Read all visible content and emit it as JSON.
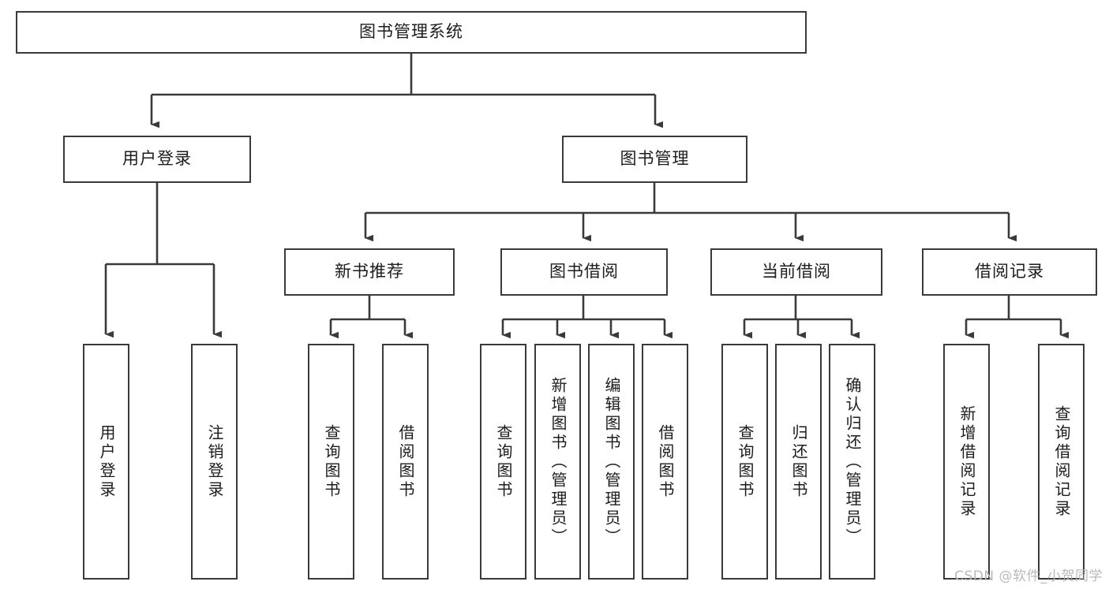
{
  "diagram": {
    "type": "tree-hierarchy-functional-decomposition",
    "root": {
      "id": "root",
      "label": "图书管理系统"
    },
    "level1": [
      {
        "id": "user-login",
        "label": "用户登录"
      },
      {
        "id": "book-management",
        "label": "图书管理"
      }
    ],
    "level2": [
      {
        "id": "new-book-recommend",
        "label": "新书推荐",
        "parent": "book-management"
      },
      {
        "id": "book-borrow",
        "label": "图书借阅",
        "parent": "book-management"
      },
      {
        "id": "current-borrow",
        "label": "当前借阅",
        "parent": "book-management"
      },
      {
        "id": "borrow-record",
        "label": "借阅记录",
        "parent": "book-management"
      }
    ],
    "leaves": {
      "user-login": [
        {
          "id": "leaf-user-login",
          "label": "用户登录"
        },
        {
          "id": "leaf-user-logout",
          "label": "注销登录"
        }
      ],
      "new-book-recommend": [
        {
          "id": "leaf-query-book-1",
          "label": "查询图书"
        },
        {
          "id": "leaf-borrow-book-1",
          "label": "借阅图书"
        }
      ],
      "book-borrow": [
        {
          "id": "leaf-query-book-2",
          "label": "查询图书"
        },
        {
          "id": "leaf-add-book",
          "label": "新增图书（管理员）"
        },
        {
          "id": "leaf-edit-book",
          "label": "编辑图书（管理员）"
        },
        {
          "id": "leaf-borrow-book-2",
          "label": "借阅图书"
        }
      ],
      "current-borrow": [
        {
          "id": "leaf-query-book-3",
          "label": "查询图书"
        },
        {
          "id": "leaf-return-book",
          "label": "归还图书"
        },
        {
          "id": "leaf-confirm-return",
          "label": "确认归还（管理员）"
        }
      ],
      "borrow-record": [
        {
          "id": "leaf-add-record",
          "label": "新增借阅记录"
        },
        {
          "id": "leaf-query-record",
          "label": "查询借阅记录"
        }
      ]
    },
    "watermark": "CSDN @软件_小贺同学",
    "colors": {
      "stroke": "#3a3a3a",
      "fill": "#ffffff",
      "text": "#1c1c1c",
      "watermark": "#b9b9b9"
    }
  }
}
